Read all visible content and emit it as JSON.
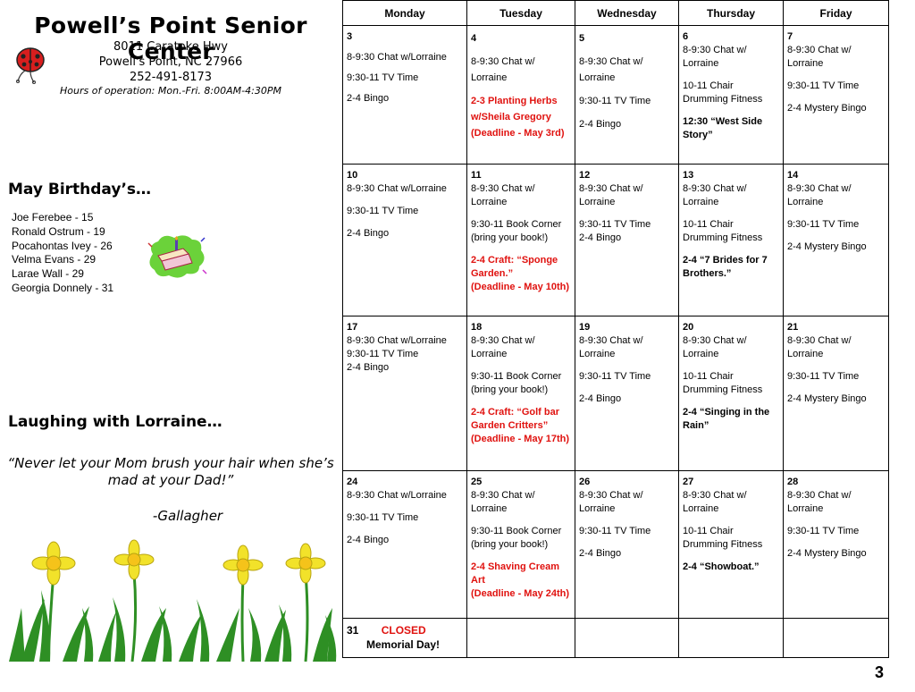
{
  "center": {
    "title": "Powell’s Point Senior Center",
    "address1": "8011 Caratoke Hwy",
    "address2": "Powell's Point, NC 27966",
    "phone": "252-491-8173",
    "hours": "Hours of operation: Mon.-Fri. 8:00AM-4:30PM"
  },
  "birthdays": {
    "heading": "May Birthday’s…",
    "list": [
      "Joe Ferebee - 15",
      "Ronald Ostrum - 19",
      "Pocahontas Ivey - 26",
      "Velma Evans - 29",
      "Larae Wall - 29",
      "Georgia Donnely - 31"
    ]
  },
  "laugh": {
    "heading": "Laughing with Lorraine…",
    "quote": "“Never let your Mom brush your hair when she’s mad at your Dad!”",
    "author": "-Gallagher"
  },
  "calendar": {
    "days": [
      "Monday",
      "Tuesday",
      "Wednesday",
      "Thursday",
      "Friday"
    ],
    "weeks": [
      {
        "cells": [
          {
            "date": "3",
            "items": [
              "8-9:30 Chat w/Lorraine",
              "9:30-11  TV Time",
              "2-4 Bingo"
            ]
          },
          {
            "date": "4",
            "items": [
              "8-9:30 Chat w/ Lorraine",
              "2-3  Planting Herbs w/Sheila Gregory (Deadline - May 3rd)"
            ]
          },
          {
            "date": "5",
            "items": [
              "8-9:30 Chat w/ Lorraine",
              "9:30-11  TV Time",
              "2-4 Bingo"
            ]
          },
          {
            "date": "6",
            "items": [
              "8-9:30 Chat w/ Lorraine",
              "10-11 Chair Drumming  Fitness",
              "12:30 “West Side Story”"
            ]
          },
          {
            "date": "7",
            "items": [
              "8-9:30 Chat w/ Lorraine",
              "9:30-11  TV Time",
              "2-4 Mystery Bingo"
            ]
          }
        ]
      },
      {
        "cells": [
          {
            "date": "10",
            "items": [
              "8-9:30 Chat w/Lorraine",
              "9:30-11 TV Time",
              "2-4 Bingo"
            ]
          },
          {
            "date": "11",
            "items": [
              "8-9:30 Chat w/ Lorraine",
              "9:30-11 Book Corner (bring your book!)",
              "2-4 Craft: “Sponge Garden.”",
              "(Deadline - May 10th)"
            ]
          },
          {
            "date": "12",
            "items": [
              "8-9:30 Chat w/ Lorraine",
              "9:30-11 TV Time",
              "2-4 Bingo"
            ]
          },
          {
            "date": "13",
            "items": [
              "8-9:30 Chat w/ Lorraine",
              "10-11 Chair Drumming  Fitness",
              "2-4  “7 Brides for 7 Brothers.”"
            ]
          },
          {
            "date": "14",
            "items": [
              "8-9:30 Chat w/ Lorraine",
              "9:30-11 TV Time",
              "2-4 Mystery Bingo"
            ]
          }
        ]
      },
      {
        "cells": [
          {
            "date": "17",
            "items": [
              "8-9:30 Chat w/Lorraine",
              "9:30-11 TV Time",
              "2-4 Bingo"
            ]
          },
          {
            "date": "18",
            "items": [
              "8-9:30 Chat w/ Lorraine",
              "9:30-11 Book Corner (bring your book!)",
              "2-4  Craft: “Golf bar Garden Critters”",
              "(Deadline - May 17th)"
            ]
          },
          {
            "date": "19",
            "items": [
              "8-9:30 Chat w/ Lorraine",
              "9:30-11 TV Time",
              "2-4 Bingo"
            ]
          },
          {
            "date": "20",
            "items": [
              "8-9:30 Chat w/ Lorraine",
              "10-11 Chair Drumming  Fitness",
              "2-4 “Singing in the Rain”"
            ]
          },
          {
            "date": "21",
            "items": [
              "8-9:30 Chat w/ Lorraine",
              "9:30-11 TV Time",
              "2-4 Mystery Bingo"
            ]
          }
        ]
      },
      {
        "cells": [
          {
            "date": "24",
            "items": [
              "8-9:30 Chat w/Lorraine",
              "9:30-11 TV Time",
              "2-4 Bingo"
            ]
          },
          {
            "date": "25",
            "items": [
              "8-9:30 Chat w/ Lorraine",
              "9:30-11 Book Corner (bring your book!)",
              "2-4 Shaving Cream Art",
              "(Deadline - May 24th)"
            ]
          },
          {
            "date": "26",
            "items": [
              "8-9:30 Chat w/ Lorraine",
              "9:30-11 TV Time",
              "2-4 Bingo"
            ]
          },
          {
            "date": "27",
            "items": [
              "8-9:30 Chat w/ Lorraine",
              "10-11 Chair Drumming  Fitness",
              "2-4 “Showboat.”"
            ]
          },
          {
            "date": "28",
            "items": [
              "8-9:30 Chat w/ Lorraine",
              "9:30-11 TV Time",
              "2-4 Mystery Bingo"
            ]
          }
        ]
      }
    ],
    "last_row": {
      "date": "31",
      "closed": "CLOSED",
      "holiday": "Memorial Day!"
    }
  },
  "page_number": "3",
  "colors": {
    "red_text": "#e0120f",
    "ladybug": "#d81e1e",
    "cake_bg": "#6bd23a",
    "daffodil": "#f2e22a",
    "grass": "#2e8f24"
  },
  "icons": [
    "ladybug-icon",
    "birthday-cake-icon",
    "daffodils-illustration"
  ]
}
